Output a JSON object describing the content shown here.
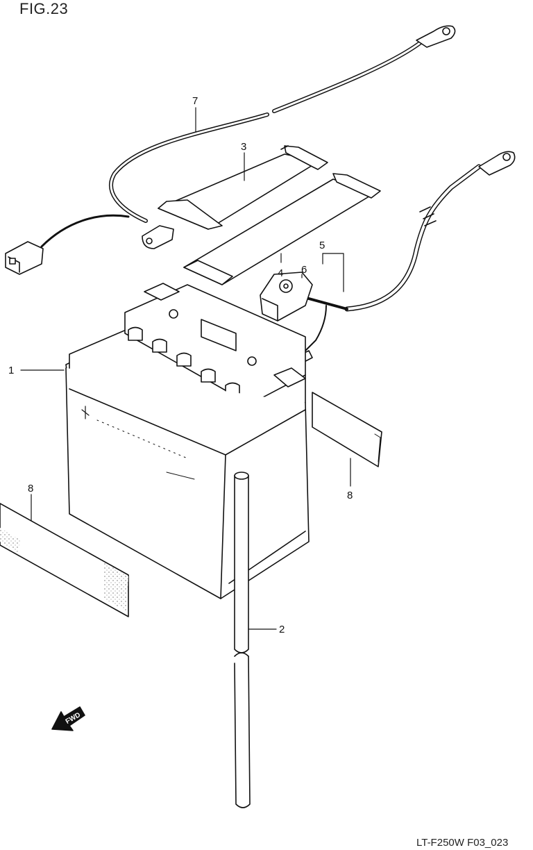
{
  "figure": {
    "title": "FIG.23",
    "reference_code": "LT-F250W F03_023"
  },
  "callouts": [
    {
      "id": "callout-1",
      "label": "1"
    },
    {
      "id": "callout-2",
      "label": "2"
    },
    {
      "id": "callout-3",
      "label": "3"
    },
    {
      "id": "callout-4",
      "label": "4"
    },
    {
      "id": "callout-5",
      "label": "5"
    },
    {
      "id": "callout-6",
      "label": "6"
    },
    {
      "id": "callout-7",
      "label": "7"
    },
    {
      "id": "callout-8a",
      "label": "8"
    },
    {
      "id": "callout-8b",
      "label": "8"
    }
  ],
  "direction_marker": {
    "label": "FWD"
  },
  "colors": {
    "line": "#111111",
    "fill": "#ffffff",
    "shade": "#dddddd"
  }
}
